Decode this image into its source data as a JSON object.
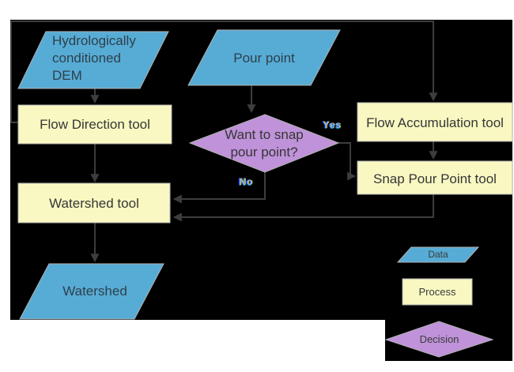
{
  "colors": {
    "canvas": "#000000",
    "data_fill": "#57acd5",
    "process_fill": "#faf8c2",
    "decision_fill": "#bf92d9",
    "line": "#3d3d3d",
    "shape_outline": "#b0b0b0"
  },
  "nodes": {
    "dem": {
      "label": "Hydrologically\nconditioned\nDEM"
    },
    "pour_point": {
      "label": "Pour point"
    },
    "flow_direction": {
      "label": "Flow Direction tool"
    },
    "flow_accumulation": {
      "label": "Flow Accumulation tool"
    },
    "snap_pour_point": {
      "label": "Snap Pour Point tool"
    },
    "decision": {
      "label": "Want to snap\npour point?"
    },
    "watershed_tool": {
      "label": "Watershed tool"
    },
    "watershed": {
      "label": "Watershed"
    }
  },
  "edge_labels": {
    "yes": "Yes",
    "no": "No"
  },
  "legend": {
    "data": "Data",
    "process": "Process",
    "decision": "Decision"
  }
}
